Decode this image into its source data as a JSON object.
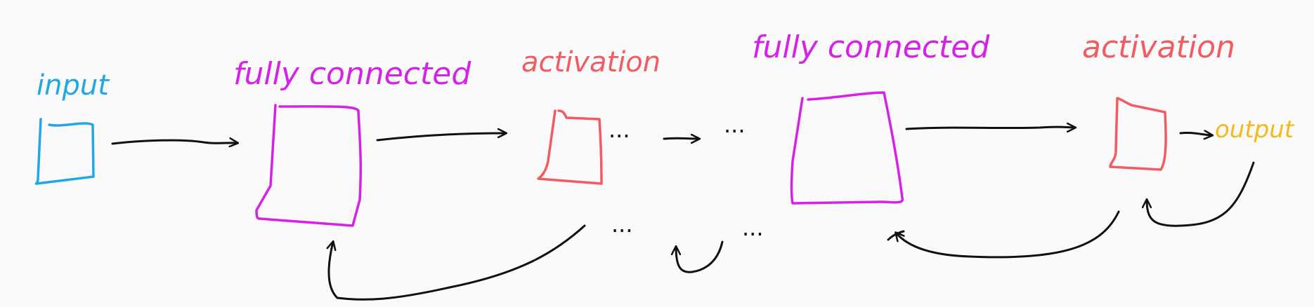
{
  "colors": {
    "background": "#fafafa",
    "input": "#21a7e6",
    "fully_connected": "#d423e6",
    "activation": "#f25b62",
    "output": "#f5b91c",
    "arrow": "#111111"
  },
  "labels": {
    "input": "input",
    "fc1": "fully connected",
    "act1": "activation",
    "fc2": "fully connected",
    "act2": "activation",
    "output": "output"
  },
  "ellipsis": {
    "middle_top": "···",
    "middle_top_right": "···",
    "bottom_left": "···",
    "bottom_right": "···"
  }
}
